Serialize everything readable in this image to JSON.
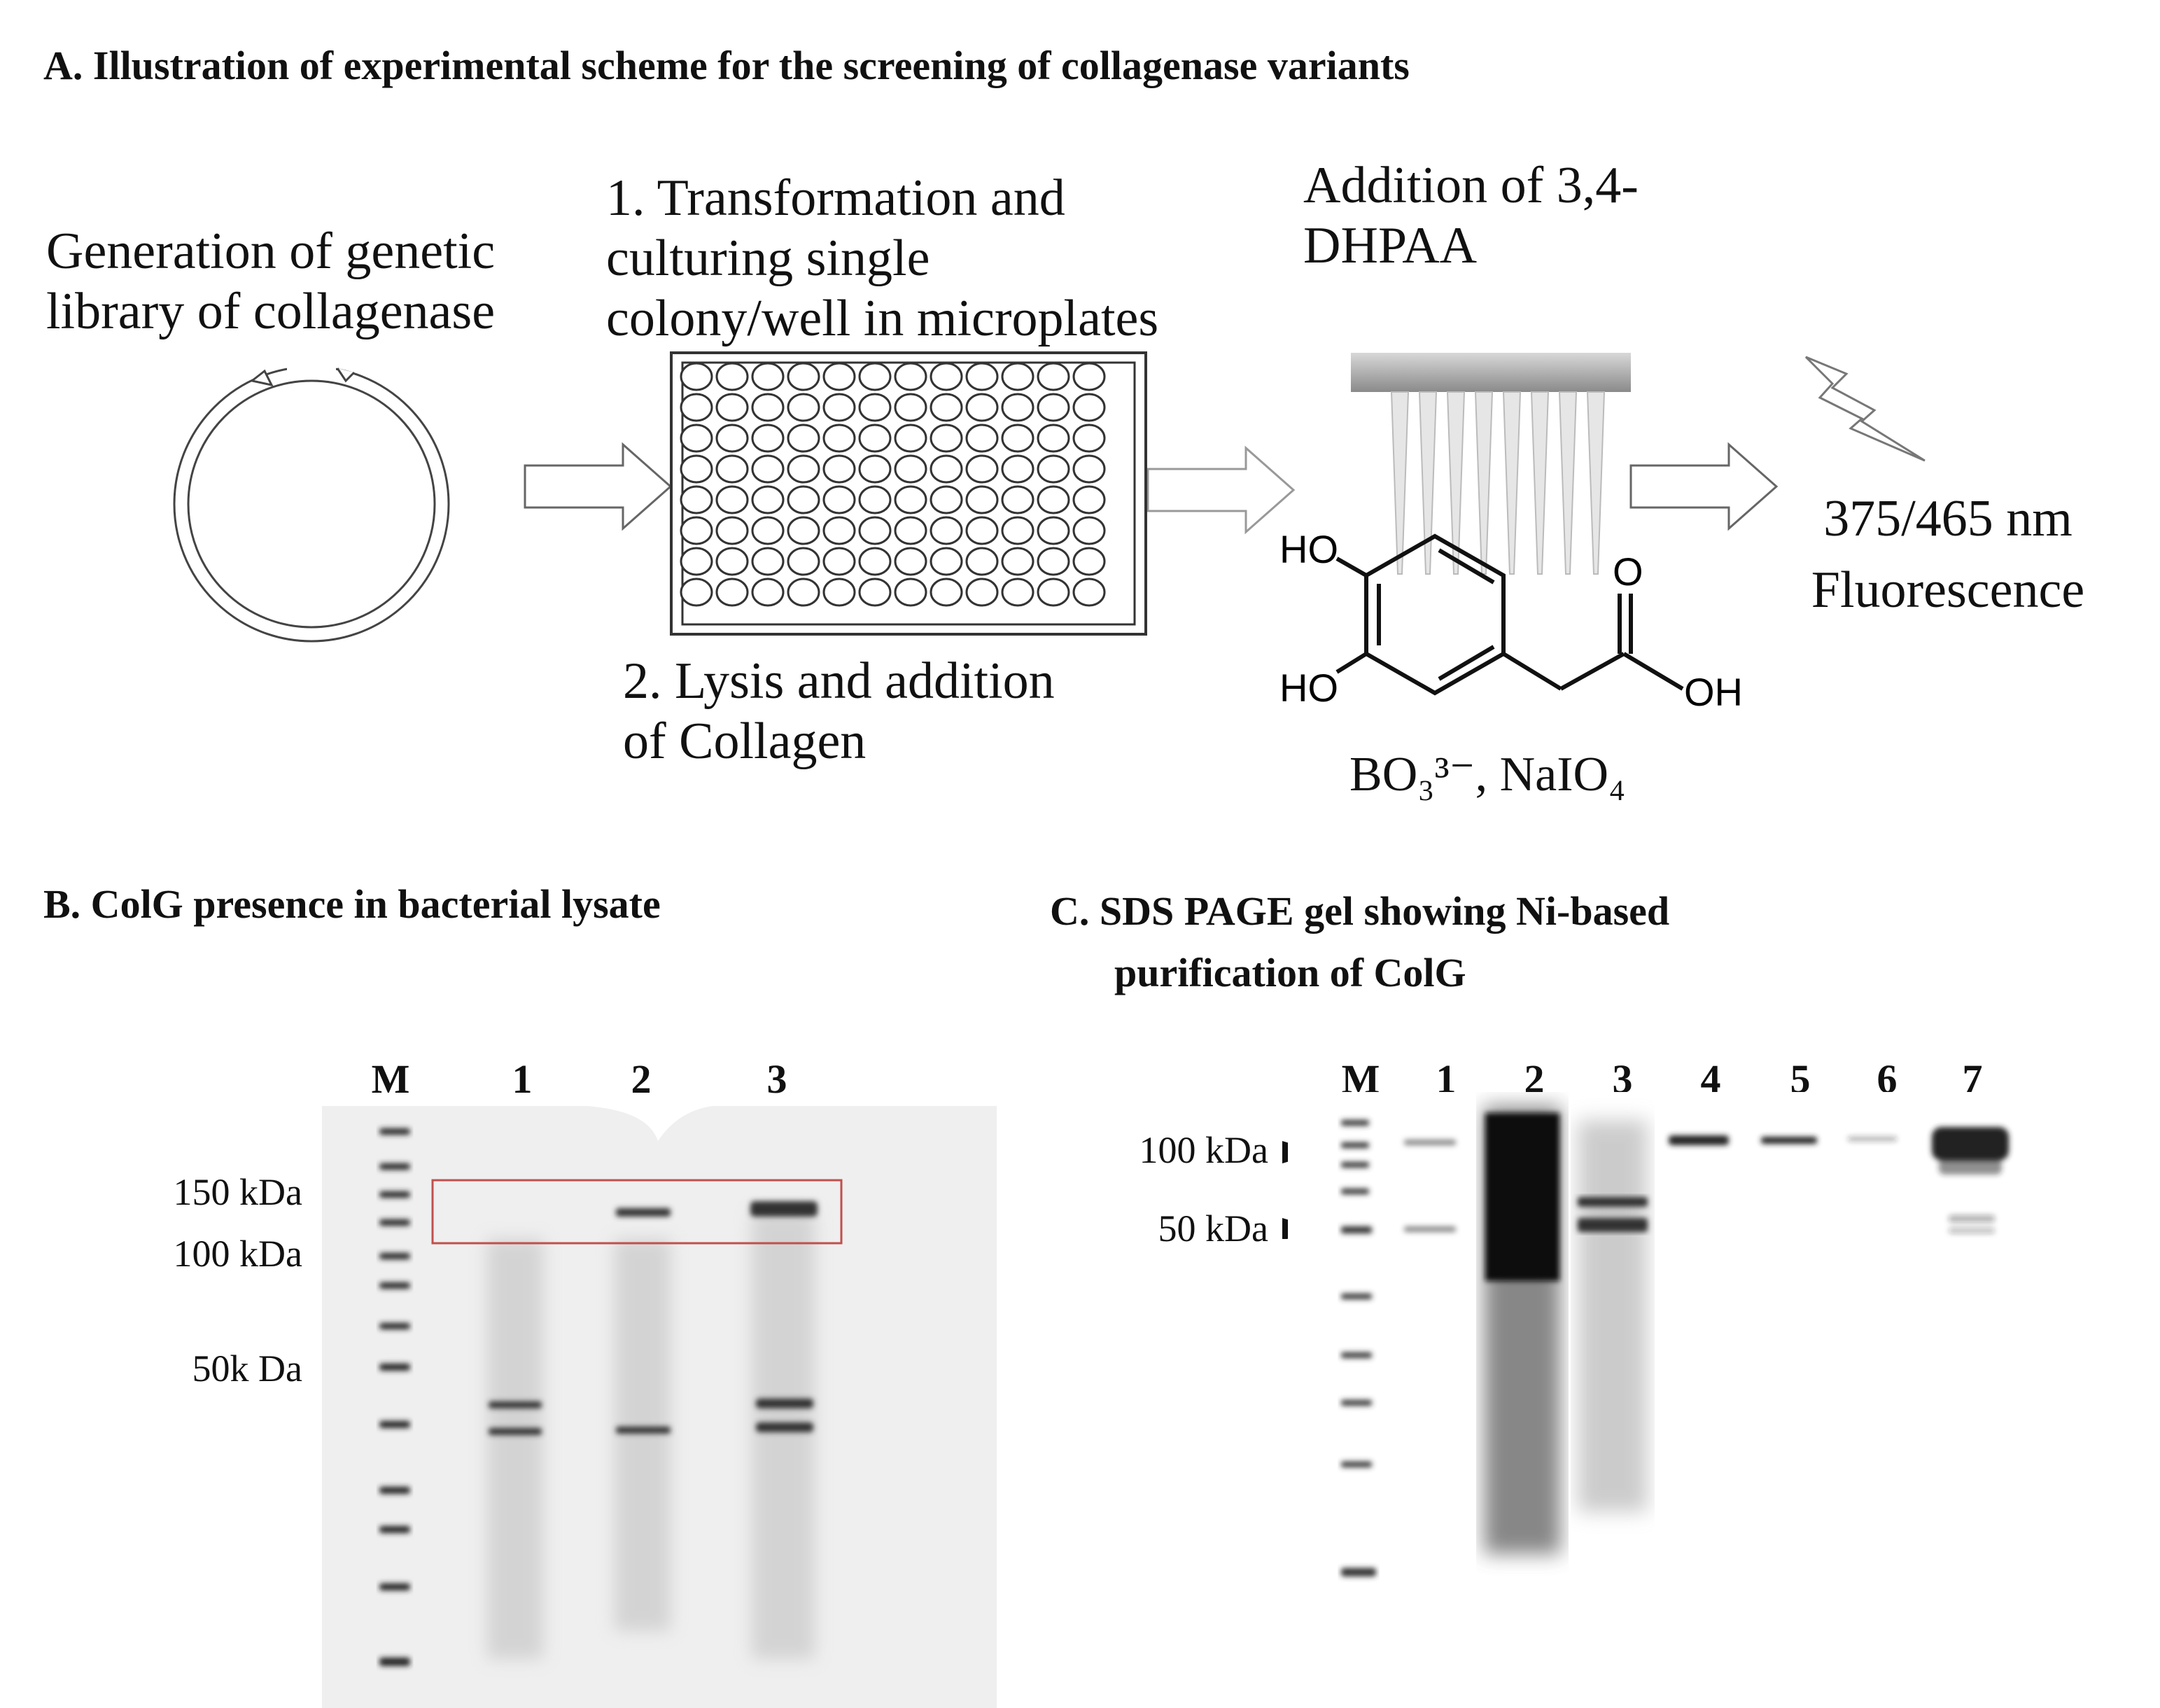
{
  "panel_a": {
    "title": "A. Illustration of experimental scheme for the screening of collagenase variants",
    "step_library_line1": "Generation of genetic",
    "step_library_line2": "library of collagenase",
    "step1_line1": "1. Transformation and",
    "step1_line2": "culturing single",
    "step1_line3": "colony/well in microplates",
    "step2_line1": "2. Lysis and addition",
    "step2_line2": "of Collagen",
    "addition_line1": "Addition of 3,4-",
    "addition_line2": "DHPAA",
    "chem_ho_top": "HO",
    "chem_ho_bottom": "HO",
    "chem_o": "O",
    "chem_oh": "OH",
    "reagents": "BO₃³⁻, NaIO₄",
    "fluor_line1": "375/465 nm",
    "fluor_line2": "Fluorescence",
    "plate_rows": 8,
    "plate_cols": 12,
    "pipette_tips": 8
  },
  "panel_b": {
    "title": "B. ColG presence in bacterial lysate",
    "lanes": [
      "M",
      "1",
      "2",
      "3"
    ],
    "markers": [
      "150 kDa",
      "100 kDa",
      "50k Da"
    ],
    "highlight_color": "#c0504d"
  },
  "panel_c": {
    "title_line1": "C. SDS PAGE gel showing Ni-based",
    "title_line2": "purification of ColG",
    "lanes": [
      "M",
      "1",
      "2",
      "3",
      "4",
      "5",
      "6",
      "7"
    ],
    "markers": [
      "100 kDa",
      "50 kDa"
    ]
  }
}
